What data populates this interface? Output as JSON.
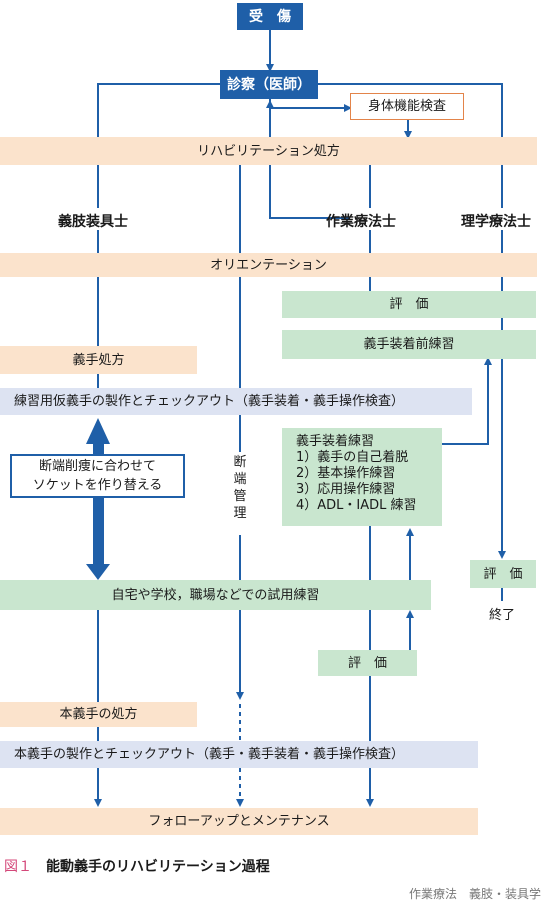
{
  "nodes": {
    "injury": "受　傷",
    "diagnosis": "診察（医師）",
    "physical_exam": "身体機能検査",
    "rehab_prescription": "リハビリテーション処方",
    "orientation": "オリエンテーション",
    "evaluation_top": "評　価",
    "pre_fitting_training": "義手装着前練習",
    "prosthesis_prescription": "義手処方",
    "training_prosthesis": "練習用仮義手の製作とチェックアウト（義手装着・義手操作検査）",
    "socket_remake": [
      "断端削痩に合わせて",
      "ソケットを作り替える"
    ],
    "trial_use": "自宅や学校，職場などでの試用練習",
    "evaluation_mid": "評　価",
    "evaluation_pt": "評　価",
    "end": "終了",
    "final_prescription": "本義手の処方",
    "final_prosthesis": "本義手の製作とチェックアウト（義手・義手装着・義手操作検査）",
    "follow_up": "フォローアップとメンテナンス"
  },
  "roles": {
    "prosthetist": "義肢装具士",
    "ot": "作業療法士",
    "pt": "理学療法士"
  },
  "stump_management": [
    "断",
    "端",
    "管",
    "理"
  ],
  "fitting_training": {
    "title": "義手装着練習",
    "items": [
      "1）義手の自己着脱",
      "2）基本操作練習",
      "3）応用操作練習",
      "4）ADL・IADL 練習"
    ]
  },
  "caption": {
    "figure": "図１",
    "title": "能動義手のリハビリテーション過程"
  },
  "credit": "作業療法　義肢・装具学",
  "colors": {
    "arrow": "#1f5fa8",
    "stage_orange": "#fbe3cc",
    "stage_blue": "#dde3f2",
    "stage_green": "#c9e6cf",
    "caption_accent": "#d4487a"
  }
}
